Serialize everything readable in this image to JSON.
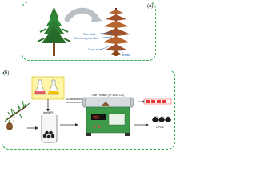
{
  "panel_a": {
    "label": "(a)",
    "annotations": {
      "sclereids": "Sclereids",
      "sclerenchyma_fiber": "Sclerenchyma fiber",
      "cone_scale": "Cone scale",
      "bracts": "Bracts"
    }
  },
  "panel_b": {
    "label": "(b)",
    "annotations": {
      "dried_pc": "dried PC",
      "n2_atmosphere": "N2 atmosphere",
      "furnace_label": "Tube Furnace (TF-1200 C/S)",
      "furnace_display": "888",
      "cps": "CPCs"
    }
  },
  "colors": {
    "panel_border": "#2fae46",
    "tree_green": "#2e7d32",
    "trunk_brown": "#7a4a22",
    "cone_brown": "#a0522d",
    "arrow_gray": "#b9c0c6",
    "annotation_text": "#1f5fb4",
    "furnace_tube": "#d6dbe0",
    "furnace_body": "#3c9a4a"
  }
}
